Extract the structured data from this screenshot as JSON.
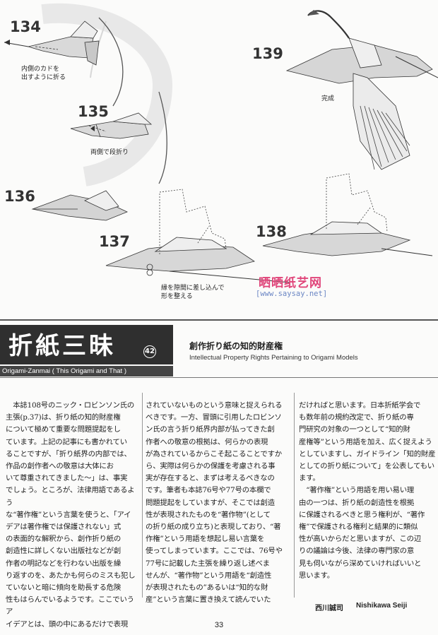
{
  "diagram": {
    "steps": [
      {
        "number": "134",
        "note": "内側のカドを\n出すように折る"
      },
      {
        "number": "135",
        "note": "両側で段折り"
      },
      {
        "number": "136",
        "note": ""
      },
      {
        "number": "137",
        "note": "縁を隙間に差し込んで\n形を整える"
      },
      {
        "number": "138",
        "note": ""
      },
      {
        "number": "139",
        "note": "完成"
      }
    ]
  },
  "watermark": {
    "site_name": "晒晒纸艺网",
    "url": "[www.saysay.net]"
  },
  "header": {
    "title": "折紙三昧",
    "issue_number": "42",
    "subtitle": "Origami-Zanmai ( This Origami and That )"
  },
  "article": {
    "title": "創作折り紙の知的財産権",
    "subtitle": "Intellectual Property Rights Pertaining to Origami Models",
    "columns": [
      "　本誌108号のニック・ロビンソン氏の\n主張(p.37)は、折り紙の知的財産権\nについて極めて重要な問題提起をし\nています。上記の記事にも書かれてい\nることですが、「折り紙界の内部では、\n作品の創作者への敬意は大体にお\nいて尊重されてきました～」は、事実\nでしょう。ところが、法律用語であるよう\nな“著作権”という言葉を使うと、「アイ\nデアは著作権では保護されない」式\nの表面的な解釈から、創作折り紙の\n創造性に詳しくない出版社などが創\n作者の明記などを行わない出版を繰\nり返すのを、あたかも何らのミスも犯し\nていないと暗に傾向を助長する危険\n性もはらんでいるようです。ここでいうア\nイデアとは、頭の中にあるだけで表現",
      "されていないものという意味と捉えられる\nべきです。一方、冒頭に引用したロビンソ\nン氏の言う折り紙界内部が払ってきた創\n作者への敬意の根拠は、何らかの表現\nが為されているからこそ起こることですか\nら、実際は何らかの保護を考慮される事\n実が存在すると、まずは考えるべきなの\nです。筆者も本誌76号や77号の本欄で\n問題提起をしていますが、そこでは創造\n性が表現されたものを“著作物”(として\nの折り紙の成り立ち)と表現しており、“著\n作権”という用語を想起し易い言葉を\n使ってしまっています。ここでは、76号や\n77号に記載した主張を繰り返し述べま\nせんが、“著作物”という用語を“創造性\nが表現されたもの”あるいは“知的な財\n産”という言葉に置き換えて読んでいた",
      "だければと思います。日本折紙学会で\nも数年前の規約改定で、折り紙の専\n門研究の対象の一つとして“知的財\n産権等”という用語を加え、広く捉えよう\nとしていますし、ガイドライン「知的財産\nとしての折り紙について」を公表してもい\nます。\n　“著作権”という用語を用い易い理\n由の一つは、折り紙の創造性を根拠\nに保護されるべきと思う権利が、“著作\n権”で保護される権利と結果的に類似\n性が高いからだと思いますが、この辺\nりの議論は今後、法律の専門家の意\n見も伺いながら深めていければいいと\n思います。"
    ],
    "author_jp": "西川誠司",
    "author_en": "Nishikawa Seiji"
  },
  "page_number": "33"
}
